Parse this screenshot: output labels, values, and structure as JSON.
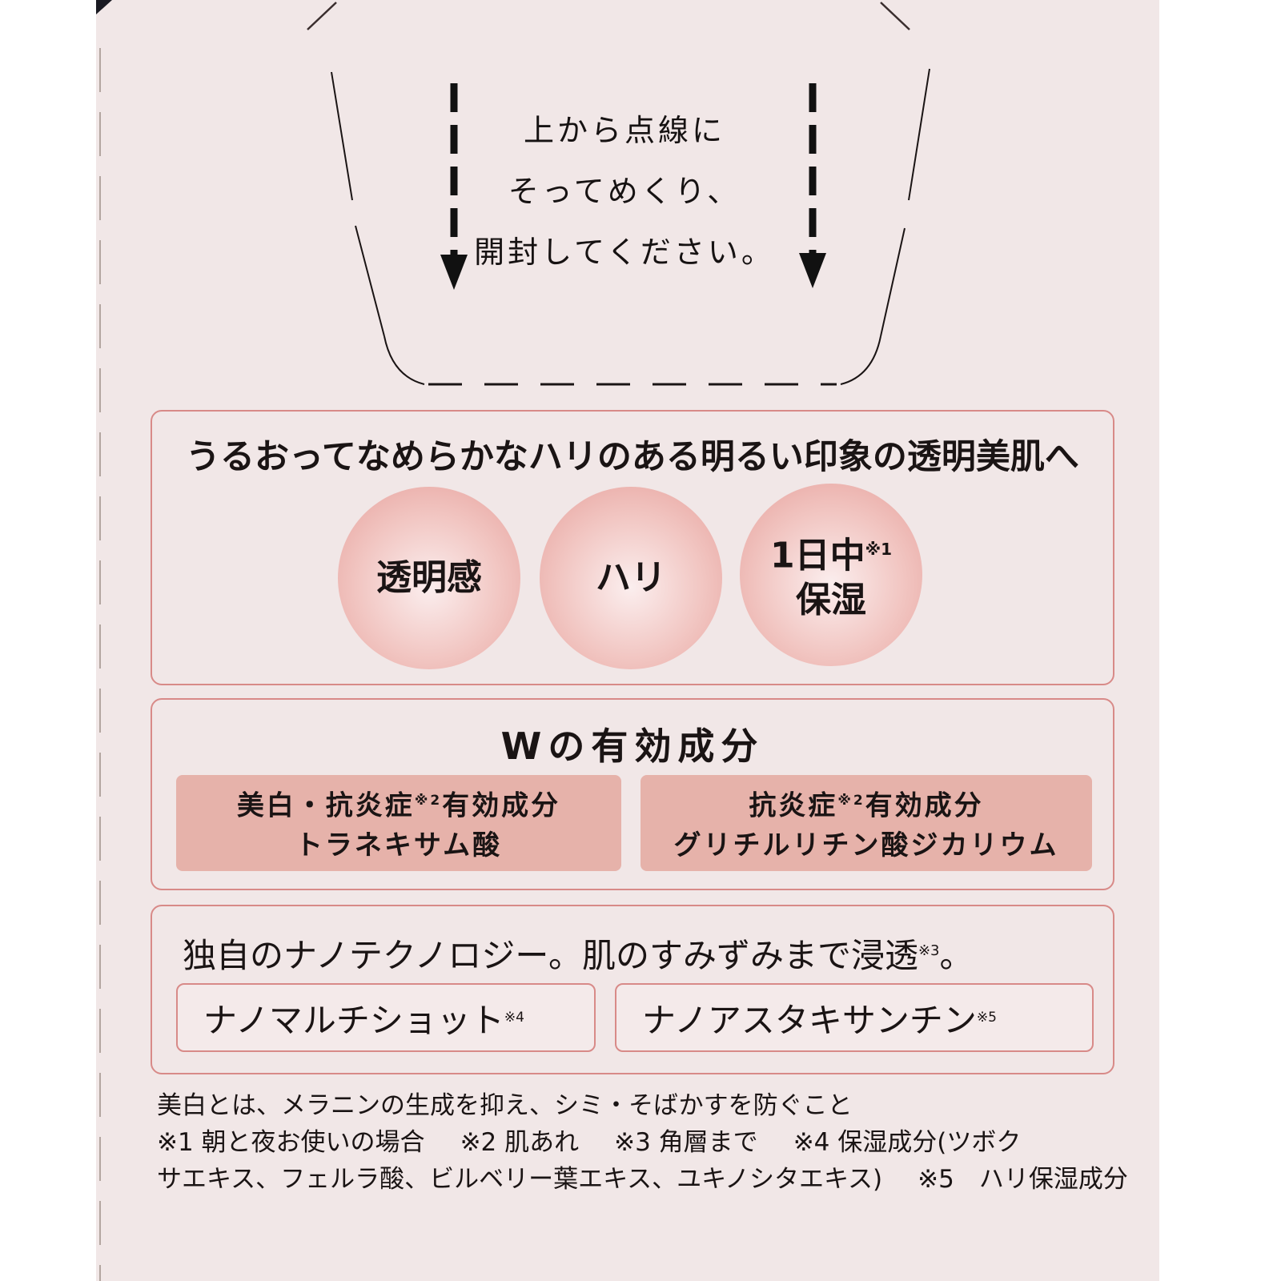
{
  "instructions": {
    "lines": [
      "上から点線に",
      "そってめくり、",
      "開封してください。"
    ]
  },
  "panel_1": {
    "title": "うるおってなめらかなハリのある明るい印象の透明美肌へ",
    "circles": [
      {
        "label": "透明感"
      },
      {
        "label": "ハリ"
      },
      {
        "line1": "1日中",
        "note": "※1",
        "line2": "保湿"
      }
    ]
  },
  "panel_2": {
    "title": "Wの有効成分",
    "ingredients": [
      {
        "line1_a": "美白・抗炎症",
        "note": "※2",
        "line1_b": "有効成分",
        "line2": "トラネキサム酸"
      },
      {
        "line1_a": "抗炎症",
        "note": "※2",
        "line1_b": "有効成分",
        "line2": "グリチルリチン酸ジカリウム"
      }
    ]
  },
  "panel_3": {
    "title": "独自のナノテクノロジー。肌のすみずみまで浸透",
    "title_note": "※3",
    "title_end": "。",
    "tech": [
      {
        "label": "ナノマルチショット",
        "note": "※4"
      },
      {
        "label": "ナノアスタキサンチン",
        "note": "※5"
      }
    ]
  },
  "footnotes": {
    "definition": "美白とは、メラニンの生成を抑え、シミ・そばかすを防ぐこと",
    "row2": [
      "※1 朝と夜お使いの場合",
      "※2 肌あれ",
      "※3 角層まで",
      "※4 保湿成分(ツボク"
    ],
    "row3": [
      "サエキス、フェルラ酸、ビルベリー葉エキス、ユキノシタエキス)",
      "※5　ハリ保湿成分"
    ]
  },
  "colors": {
    "background": "#f1e7e7",
    "panel_border": "#d88a88",
    "ingredient_fill": "#e6b2aa",
    "circle_fill": "#f1c4c0",
    "text": "#1a1414"
  }
}
